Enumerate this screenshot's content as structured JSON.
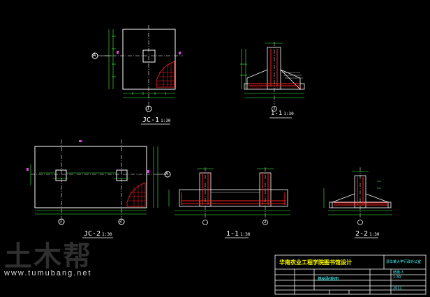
{
  "drawing": {
    "plan_jc1": {
      "title": "JC-1",
      "scale": "1:30"
    },
    "section_1_1_top": {
      "title": "1-1",
      "scale": "1:30"
    },
    "plan_jc2": {
      "title": "JC-2",
      "scale": "1:30"
    },
    "section_1_1_bottom": {
      "title": "1-1",
      "scale": "1:30"
    },
    "section_2_2": {
      "title": "2-2",
      "scale": "1:30"
    },
    "axis_labels": {
      "a1": "A",
      "one1": "1",
      "one2": "1",
      "two1": "2",
      "one3": "1",
      "two2": "2",
      "a2": "A"
    }
  },
  "watermark": {
    "logo": "土木帮",
    "url": "www.tumubang.net"
  },
  "title_block": {
    "project_name": "华南农业工程学院图书馆设计",
    "design_unit": "清华某大学行政办公室",
    "drawing_name": "基础配筋图",
    "drawing_no": "结施-3",
    "ratio": "1:30",
    "date": "2011"
  },
  "colors": {
    "line": "#ffffff",
    "rebar": "#ff2020",
    "dim": "#40ff40",
    "axis_text": "#ffffff",
    "marker": "#e040e0",
    "title_yellow": "#ffff00",
    "title_cyan": "#40ffff"
  }
}
